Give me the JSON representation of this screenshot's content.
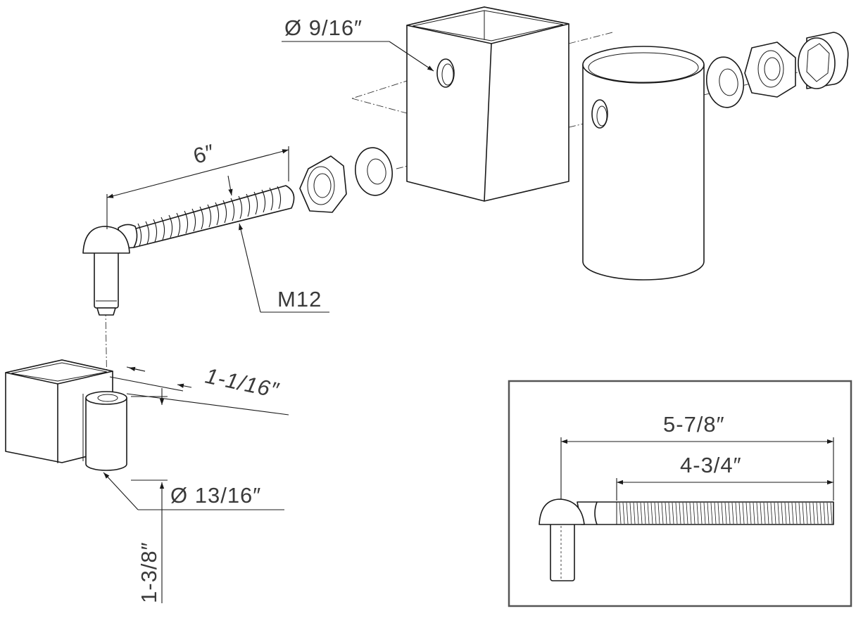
{
  "dimensions": {
    "hole_diameter": "Ø 9/16″",
    "bolt_length": "6″",
    "thread": "M12",
    "plate_offset": "1-1/16″",
    "sleeve_diameter": "Ø 13/16″",
    "sleeve_height": "1-3/8″",
    "inset_overall_length": "5-7/8″",
    "inset_thread_length": "4-3/4″"
  },
  "colors": {
    "line": "#1a1a1a",
    "text": "#3a3a3a",
    "frame": "#555555",
    "background": "#ffffff"
  }
}
